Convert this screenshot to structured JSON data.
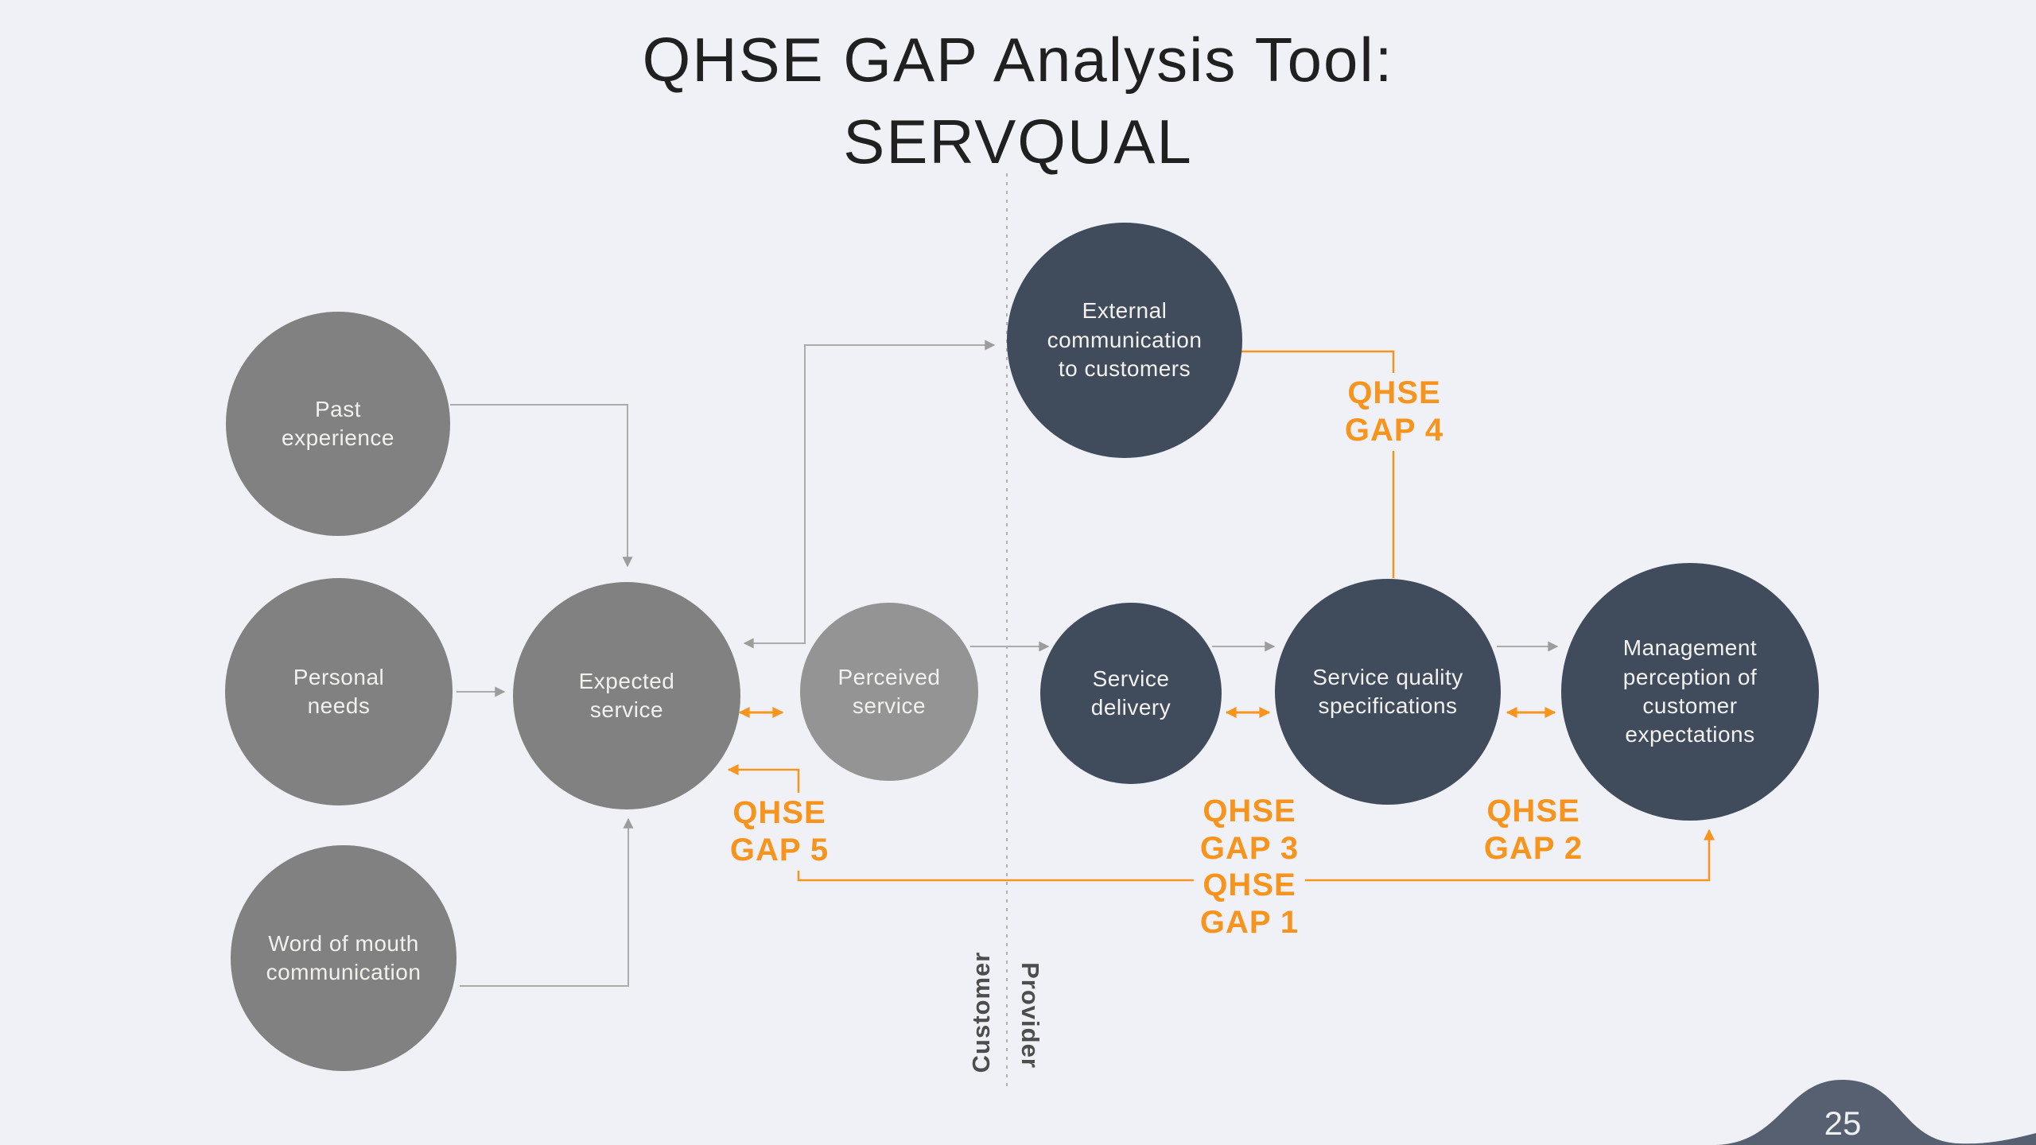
{
  "title": {
    "line1": "QHSE GAP Analysis Tool:",
    "line2": "SERVQUAL"
  },
  "nodes": [
    {
      "id": "past-experience",
      "label": "Past experience"
    },
    {
      "id": "personal-needs",
      "label": "Personal needs"
    },
    {
      "id": "word-of-mouth",
      "label": "Word of mouth communication"
    },
    {
      "id": "expected-service",
      "label": "Expected service"
    },
    {
      "id": "perceived-service",
      "label": "Perceived service"
    },
    {
      "id": "external-communication",
      "label": "External communication to customers"
    },
    {
      "id": "service-delivery",
      "label": "Service delivery"
    },
    {
      "id": "service-quality",
      "label": "Service quality specifications"
    },
    {
      "id": "management-perception",
      "label": "Management perception of customer expectations"
    }
  ],
  "gaps": [
    {
      "id": "gap4",
      "line1": "QHSE",
      "line2": "GAP 4"
    },
    {
      "id": "gap5",
      "line1": "QHSE",
      "line2": "GAP 5"
    },
    {
      "id": "gap3",
      "line1": "QHSE",
      "line2": "GAP 3"
    },
    {
      "id": "gap1",
      "line1": "QHSE",
      "line2": "GAP 1"
    },
    {
      "id": "gap2",
      "line1": "QHSE",
      "line2": "GAP 2"
    }
  ],
  "divider": {
    "left_label": "Customer",
    "right_label": "Provider"
  },
  "page": {
    "number": "25"
  },
  "colors": {
    "background": "#f0f1f6",
    "accent_orange": "#f7941d",
    "dark_slate": "#404c5c",
    "wave_slate": "#566070",
    "mid_gray_node": "#818181",
    "light_gray_node": "#949494",
    "connector_gray": "#ababab",
    "title_text": "#202020",
    "divider_text": "#4d4d4d",
    "node_text": "#f3f1ee"
  }
}
